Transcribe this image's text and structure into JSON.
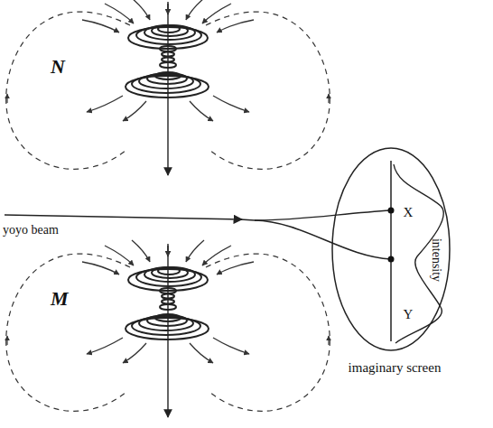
{
  "diagram": {
    "nodes": [
      {
        "text": [
          "X",
          "intensity",
          "Y",
          "imaginary screen"
        ]
      }
    ],
    "labels": [
      "N",
      "yoyo beam",
      "M"
    ]
  }
}
